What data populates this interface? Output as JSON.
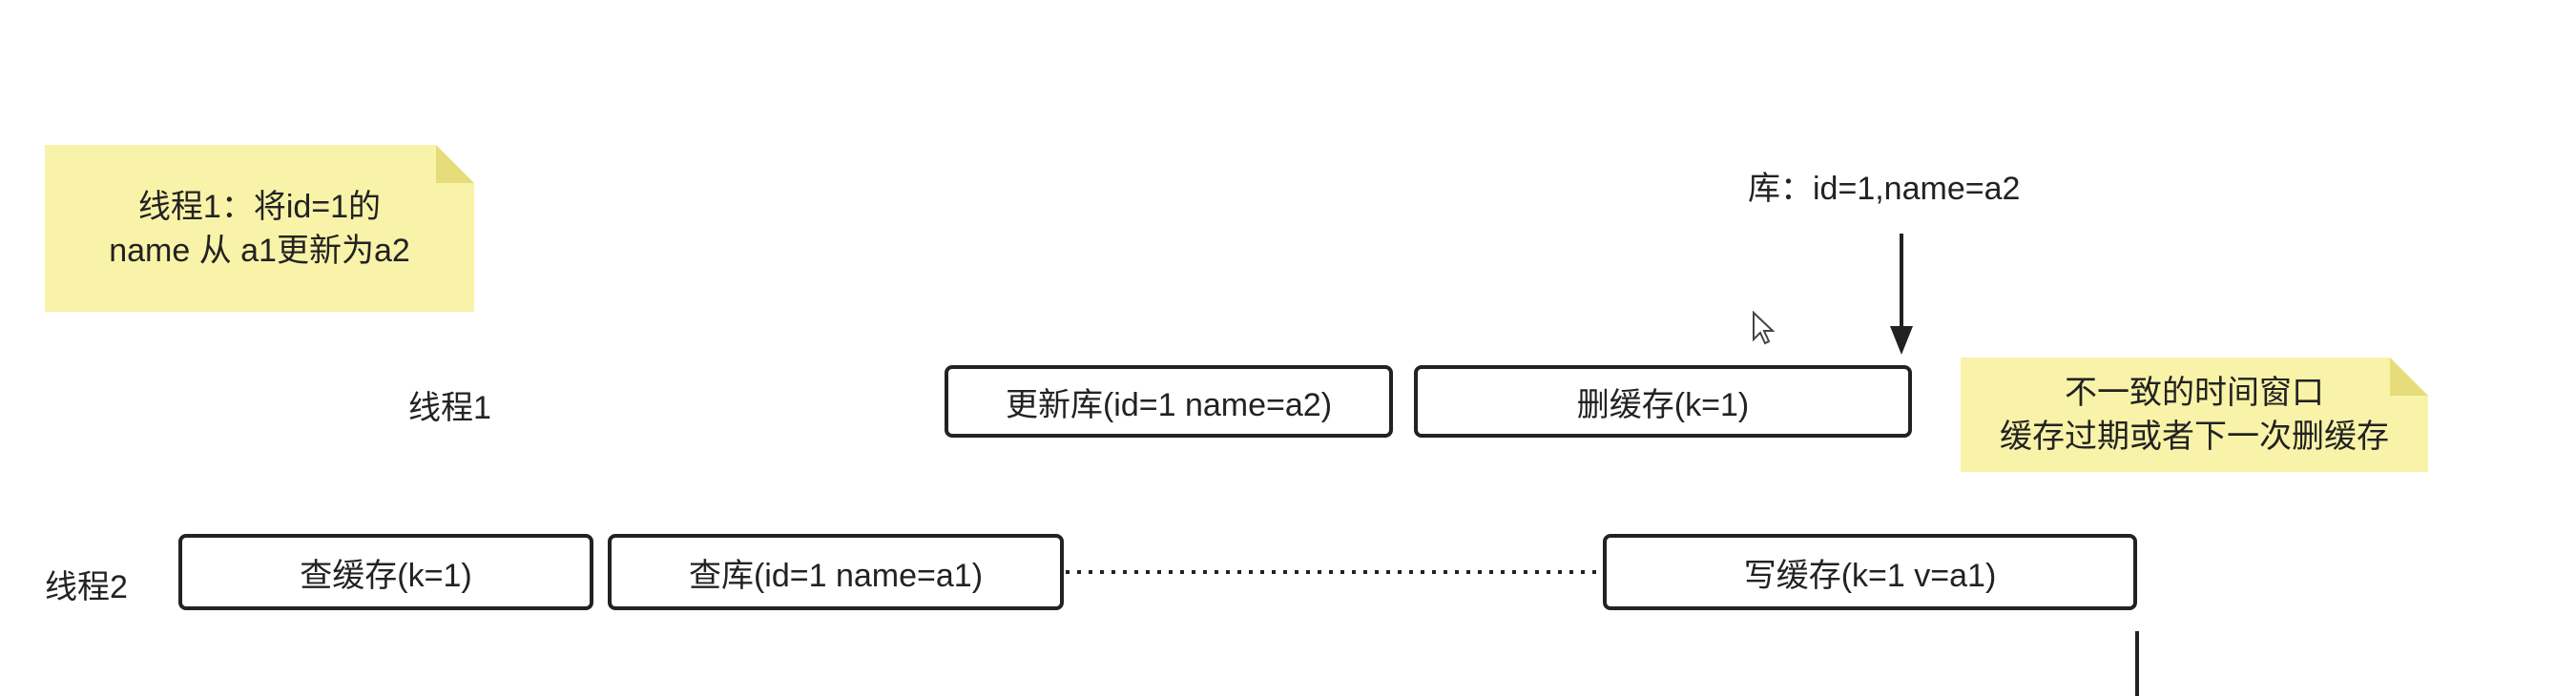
{
  "colors": {
    "note_background": "#f8f3a8",
    "stroke": "#222222",
    "background": "#ffffff"
  },
  "notes": {
    "scenario_line1": "线程1：将id=1的",
    "scenario_line2": "name 从 a1更新为a2",
    "window_line1": "不一致的时间窗口",
    "window_line2": "缓存过期或者下一次删缓存"
  },
  "db_state_label": "库：id=1,name=a2",
  "thread1": {
    "label": "线程1",
    "steps": [
      "更新库(id=1 name=a2)",
      "删缓存(k=1)"
    ]
  },
  "thread2": {
    "label": "线程2",
    "steps": [
      "查缓存(k=1)",
      "查库(id=1 name=a1)",
      "写缓存(k=1 v=a1)"
    ]
  },
  "icons": {
    "cursor": "mouse-pointer-icon"
  }
}
